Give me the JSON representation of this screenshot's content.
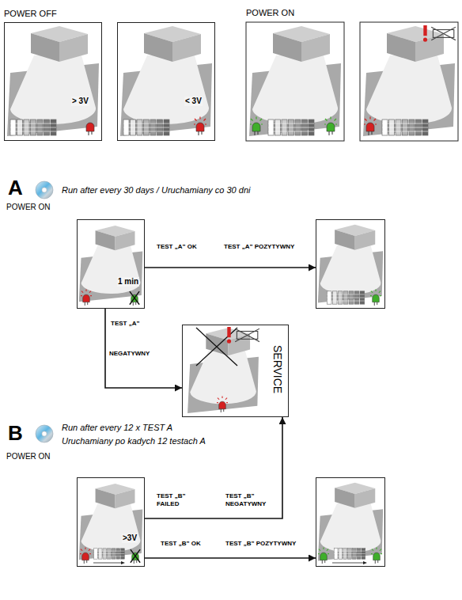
{
  "diagram": {
    "nodes": [
      {
        "text": [
          "> 3V"
        ]
      },
      {
        "text": [
          "< 3V"
        ]
      },
      {
        "text": [
          "1 min"
        ]
      },
      {
        "text": []
      },
      {
        "text": [
          "SERVICE"
        ]
      },
      {
        "text": [
          ">3V"
        ]
      },
      {
        "text": []
      }
    ],
    "edges": [
      {
        "from": 2,
        "to": 3,
        "arrow": "to",
        "label": "TEST „A” OK"
      },
      {
        "from": 2,
        "to": 4,
        "arrow": "to",
        "label": "TEST „A”"
      },
      {
        "from": 5,
        "to": 4,
        "arrow": "to",
        "label": "TEST „B” FAILED"
      },
      {
        "from": 5,
        "to": 6,
        "arrow": "to",
        "label": "TEST „B” OK"
      }
    ],
    "labels": [
      "POWER OFF",
      "POWER ON",
      "A",
      "Run after every 30 days / Uruchamiany co 30 dni",
      "POWER ON",
      "TEST „A” POZYTYWNY",
      "NEGATYWNY",
      "B",
      "Run after every 12 x TEST A",
      "Uruchamiany po kadych 12 testach A",
      "POWER ON",
      "TEST „B” NEGATYWNY",
      "TEST „B” POZYTYWNY"
    ]
  }
}
